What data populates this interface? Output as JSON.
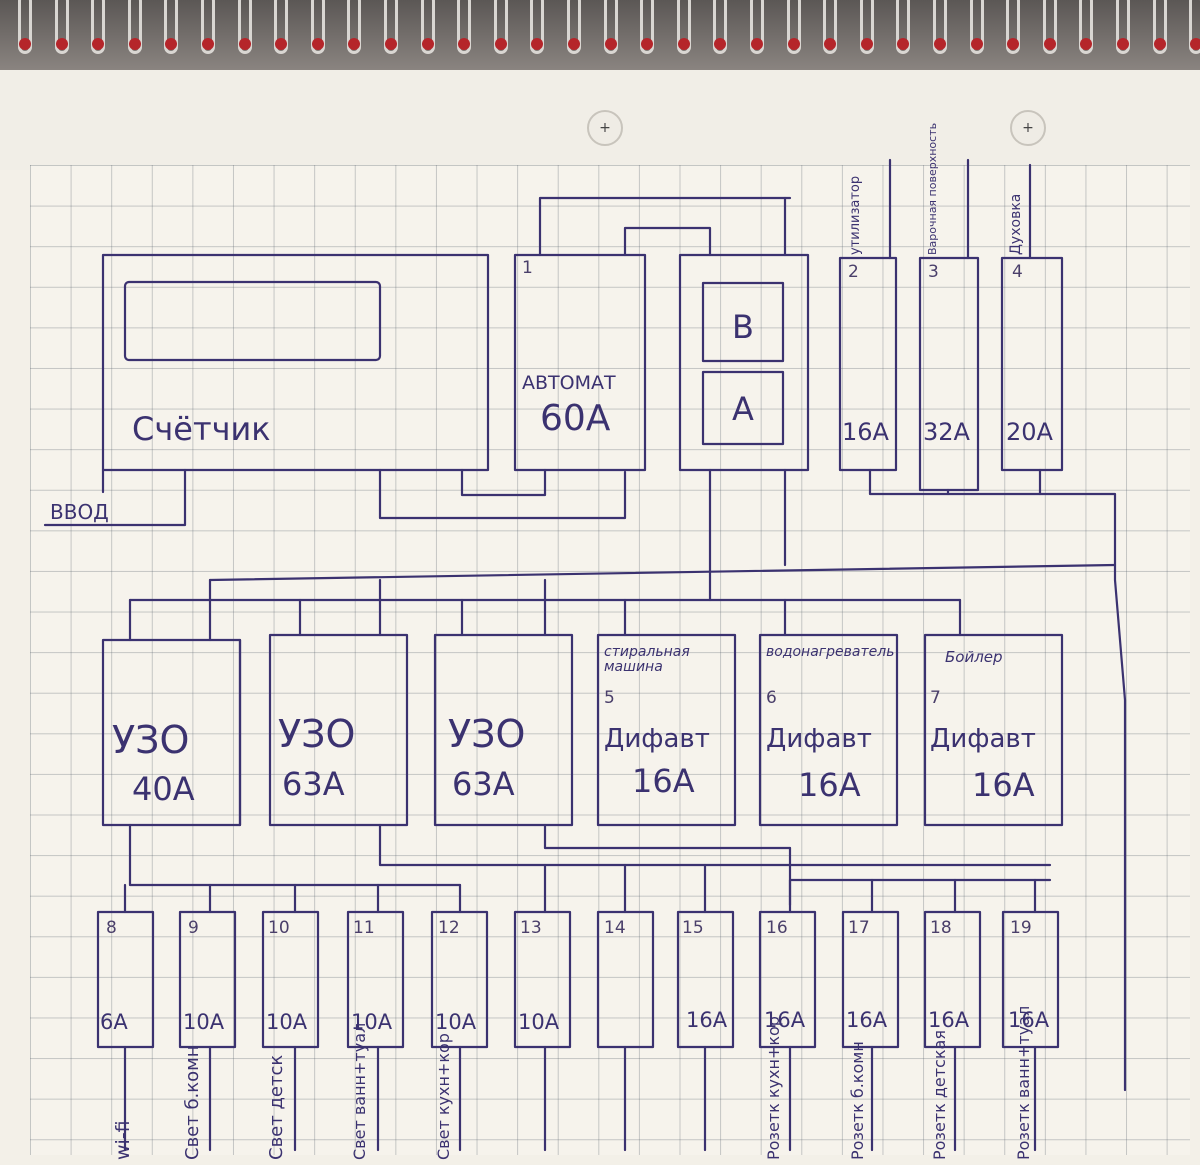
{
  "meter": {
    "label": "Счётчик",
    "input_label": "ВВОД"
  },
  "main_breaker": {
    "number": "1",
    "title": "АВТОМАТ",
    "rating": "60А"
  },
  "switch": {
    "top_label": "В",
    "bottom_label": "А"
  },
  "top_breakers": [
    {
      "number": "2",
      "rating": "16А",
      "load": "утилизатор"
    },
    {
      "number": "3",
      "rating": "32А",
      "load": "Варочная поверхность"
    },
    {
      "number": "4",
      "rating": "20А",
      "load": "Духовка"
    }
  ],
  "rcds": [
    {
      "label": "УЗО",
      "rating": "40А"
    },
    {
      "label": "УЗО",
      "rating": "63А"
    },
    {
      "label": "УЗО",
      "rating": "63А"
    }
  ],
  "diff_breakers": [
    {
      "number": "5",
      "caption": "стиральная машина",
      "label": "Дифавт",
      "rating": "16А"
    },
    {
      "number": "6",
      "caption": "водонагреватель",
      "label": "Дифавт",
      "rating": "16А"
    },
    {
      "number": "7",
      "caption": "Бойлер",
      "label": "Дифавт",
      "rating": "16А"
    }
  ],
  "branch_breakers": [
    {
      "number": "8",
      "rating": "6А",
      "load": "wi-fi"
    },
    {
      "number": "9",
      "rating": "10А",
      "load": "Свет б.комн"
    },
    {
      "number": "10",
      "rating": "10А",
      "load": "Свет детск"
    },
    {
      "number": "11",
      "rating": "10А",
      "load": "Свет ванн+туал"
    },
    {
      "number": "12",
      "rating": "10А",
      "load": "Свет кухн+кор"
    },
    {
      "number": "13",
      "rating": "10А",
      "load": ""
    },
    {
      "number": "14",
      "rating": "",
      "load": ""
    },
    {
      "number": "15",
      "rating": "16А",
      "load": ""
    },
    {
      "number": "16",
      "rating": "16А",
      "load": "Розетк кухн+кор"
    },
    {
      "number": "17",
      "rating": "16А",
      "load": "Розетк б.комн"
    },
    {
      "number": "18",
      "rating": "16А",
      "load": "Розетк детская"
    },
    {
      "number": "19",
      "rating": "16А",
      "load": "Розетк ванн+туал"
    }
  ]
}
